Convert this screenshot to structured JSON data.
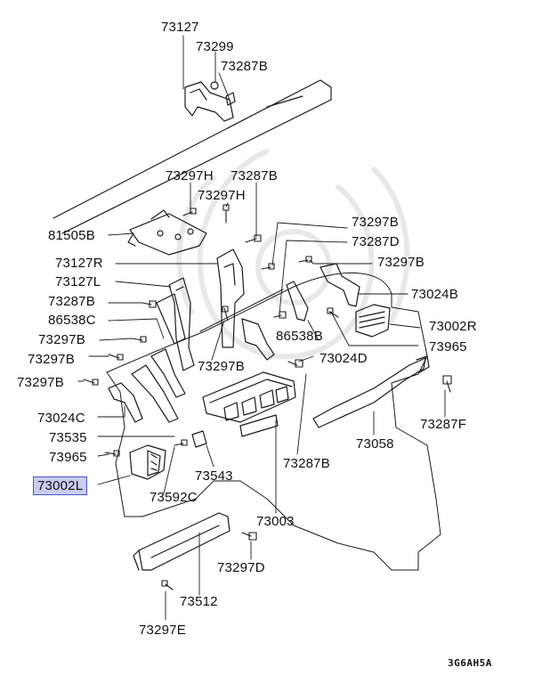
{
  "diagram": {
    "code": "3G6AH5A",
    "highlight_color": "#c9cdf2",
    "highlight_border": "#4b53c8",
    "selected_part": "73002L"
  },
  "labels": {
    "l73127": "73127",
    "l73299": "73299",
    "l73287B_top": "73287B",
    "l73297H_a": "73297H",
    "l73287B_mid": "73287B",
    "l73297H_b": "73297H",
    "l81505B": "81505B",
    "l73297B_r1": "73297B",
    "l73287D": "73287D",
    "l73297B_r2": "73297B",
    "l73127R": "73127R",
    "l73127L": "73127L",
    "l73287B_left": "73287B",
    "l86538C": "86538C",
    "l73297B_l1": "73297B",
    "l73297B_l2": "73297B",
    "l73297B_l3": "73297B",
    "l73297B_center": "73297B",
    "l73024B": "73024B",
    "l73002R": "73002R",
    "l86538B": "86538B",
    "l73965_r": "73965",
    "l73024D": "73024D",
    "l73024C": "73024C",
    "l73535": "73535",
    "l73965_l": "73965",
    "l73002L": "73002L",
    "l73543": "73543",
    "l73592C": "73592C",
    "l73287B_bottom": "73287B",
    "l73058": "73058",
    "l73287F": "73287F",
    "l73003": "73003",
    "l73297D": "73297D",
    "l73512": "73512",
    "l73297E": "73297E"
  }
}
